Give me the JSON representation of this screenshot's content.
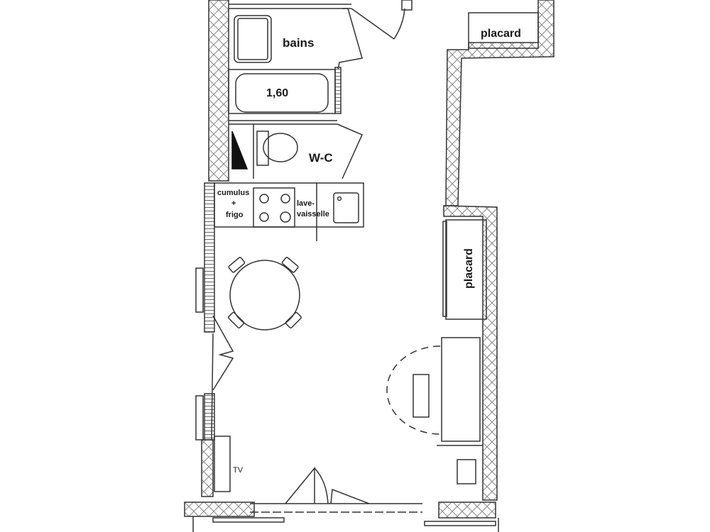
{
  "plan": {
    "colors": {
      "line": "#333333",
      "hatch": "#777777",
      "fill_dark": "#111111",
      "background": "#ffffff"
    },
    "labels": {
      "bathroom": "bains",
      "bathtub_size": "1,60",
      "wc": "W-C",
      "cumulus_1": "cumulus",
      "cumulus_2": "+",
      "cumulus_3": "frigo",
      "dishwasher_1": "lave-",
      "dishwasher_2": "vaisselle",
      "closet_top": "placard",
      "closet_right": "placard",
      "tv": "TV"
    }
  }
}
